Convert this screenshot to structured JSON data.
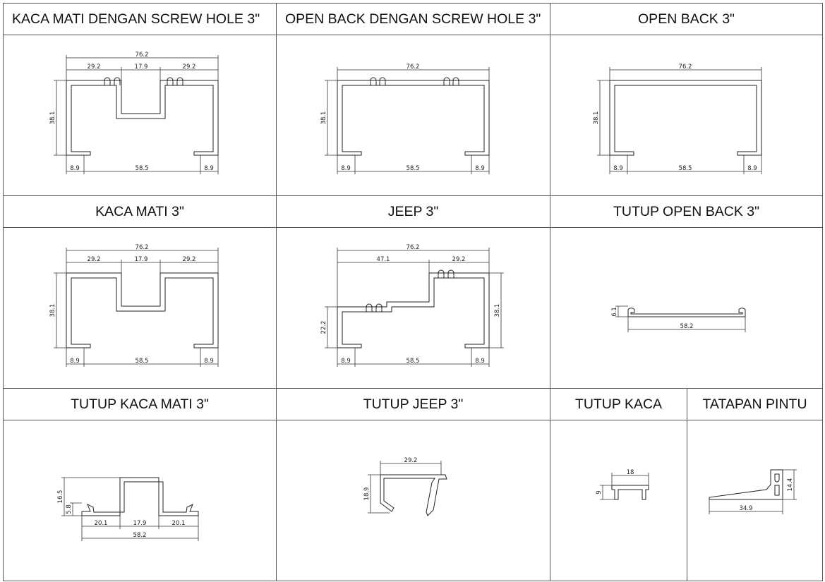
{
  "cells": [
    {
      "title": "KACA MATI DENGAN SCREW HOLE 3\"",
      "dims": [
        "76.2",
        "29.2",
        "17.9",
        "29.2",
        "38.1",
        "8.9",
        "58.5",
        "8.9"
      ]
    },
    {
      "title": "OPEN BACK DENGAN SCREW HOLE 3\"",
      "dims": [
        "76.2",
        "38.1",
        "8.9",
        "58.5",
        "8.9"
      ]
    },
    {
      "title": "OPEN BACK 3\"",
      "dims": [
        "76.2",
        "38.1",
        "8.9",
        "58.5",
        "8.9"
      ]
    },
    {
      "title": "KACA MATI 3\"",
      "dims": [
        "76.2",
        "29.2",
        "17.9",
        "29.2",
        "38.1",
        "8.9",
        "58.5",
        "8.9"
      ]
    },
    {
      "title": "JEEP 3\"",
      "dims": [
        "76.2",
        "47.1",
        "29.2",
        "38.1",
        "22.2",
        "8.9",
        "58.5",
        "8.9"
      ]
    },
    {
      "title": "TUTUP OPEN BACK 3\"",
      "dims": [
        "6.1",
        "58.2"
      ]
    },
    {
      "title": "TUTUP KACA MATI 3\"",
      "dims": [
        "16.5",
        "5.8",
        "20.1",
        "17.9",
        "20.1",
        "58.2"
      ]
    },
    {
      "title": "TUTUP JEEP 3\"",
      "dims": [
        "29.2",
        "18.9"
      ]
    },
    {
      "title": "TUTUP KACA",
      "dims": [
        "18",
        "9"
      ]
    },
    {
      "title": "TATAPAN PINTU",
      "dims": [
        "14.4",
        "34.9"
      ]
    }
  ]
}
